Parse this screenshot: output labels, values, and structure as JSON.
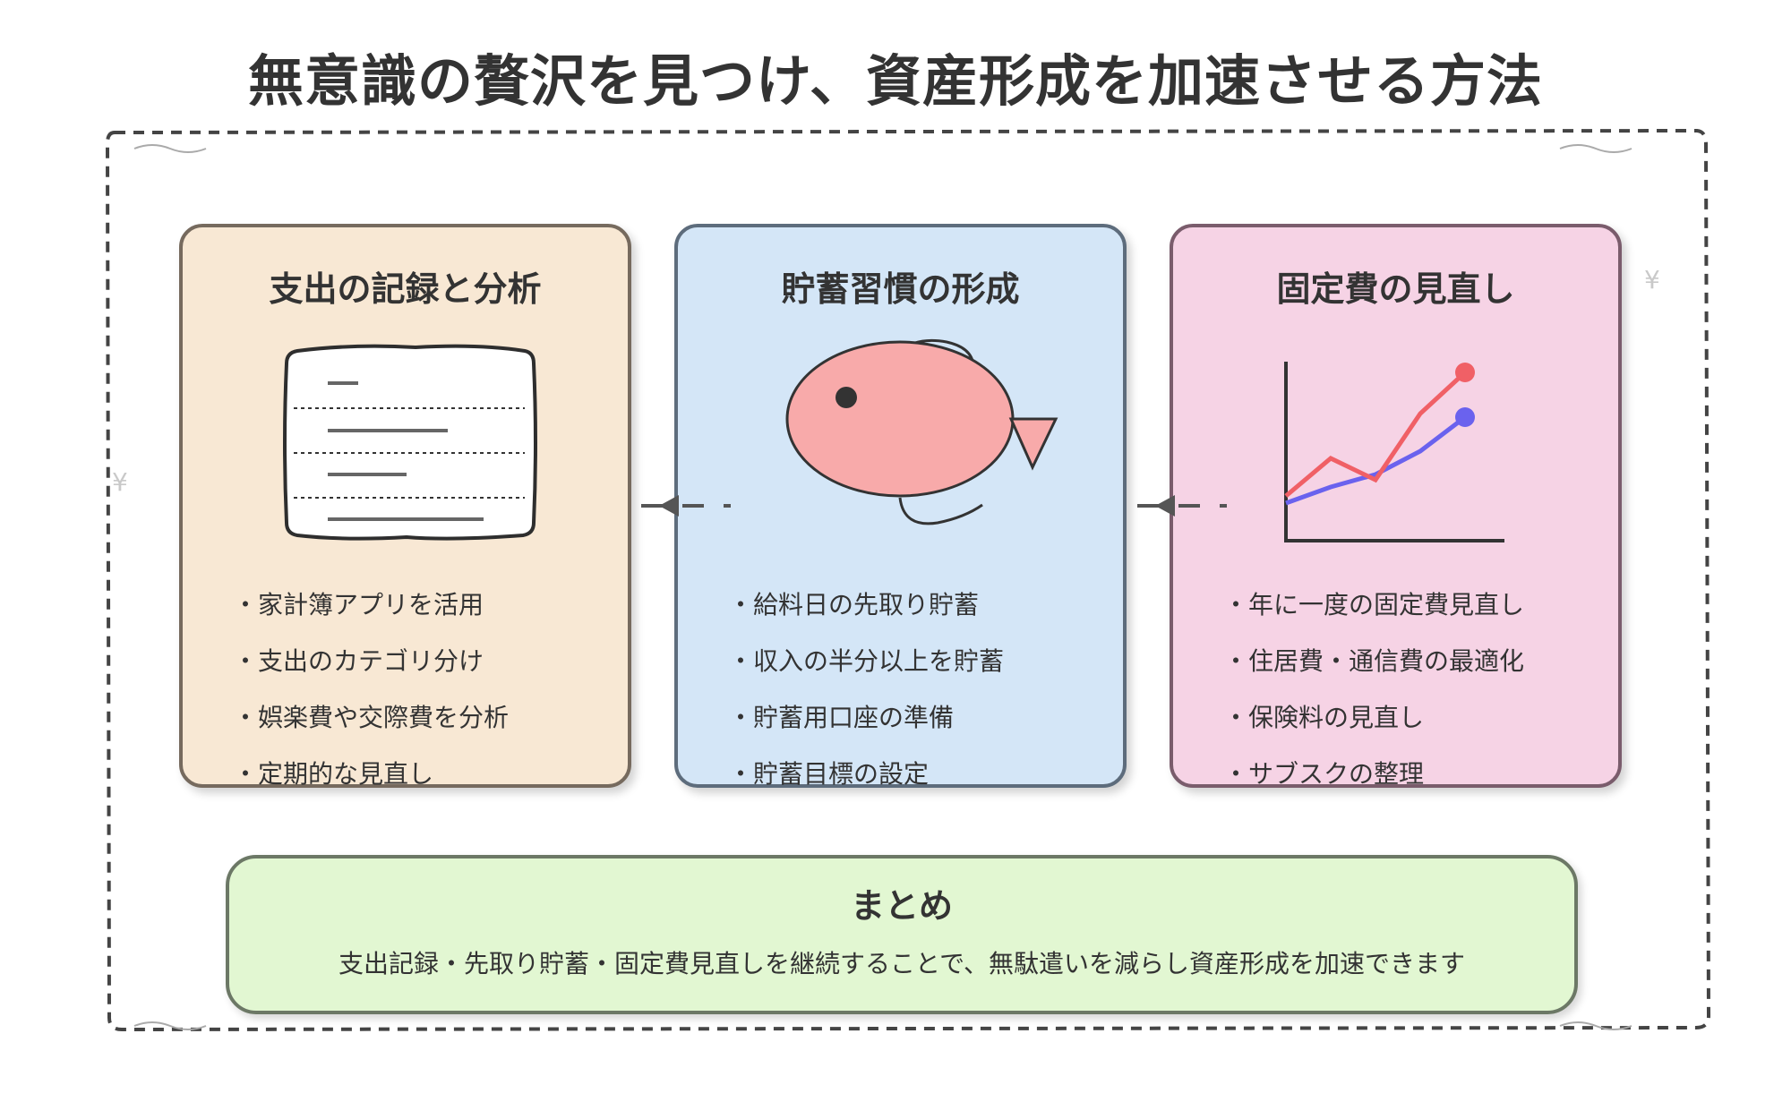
{
  "title": "無意識の贅沢を見つけ、資産形成を加速させる方法",
  "cards": [
    {
      "title": "支出の記録と分析",
      "icon": "ledger-document-icon",
      "items": [
        "家計簿アプリを活用",
        "支出のカテゴリ分け",
        "娯楽費や交際費を分析",
        "定期的な見直し"
      ],
      "bg_color": "#f8e8d4"
    },
    {
      "title": "貯蓄習慣の形成",
      "icon": "piggy-bank-icon",
      "items": [
        "給料日の先取り貯蓄",
        "収入の半分以上を貯蓄",
        "貯蓄用口座の準備",
        "貯蓄目標の設定"
      ],
      "bg_color": "#d4e6f7"
    },
    {
      "title": "固定費の見直し",
      "icon": "line-chart-icon",
      "items": [
        "年に一度の固定費見直し",
        "住居費・通信費の最適化",
        "保険料の見直し",
        "サブスクの整理"
      ],
      "bg_color": "#f6d3e5"
    }
  ],
  "summary": {
    "title": "まとめ",
    "text": "支出記録・先取り貯蓄・固定費見直しを継続することで、無駄遣いを減らし資産形成を加速できます",
    "bg_color": "#e2f7d2"
  },
  "decor": {
    "yen_symbol": "¥"
  },
  "colors": {
    "piggy": "#f8aaaa",
    "chart_red": "#f06066",
    "chart_blue": "#6a62ee",
    "frame": "#444444"
  }
}
